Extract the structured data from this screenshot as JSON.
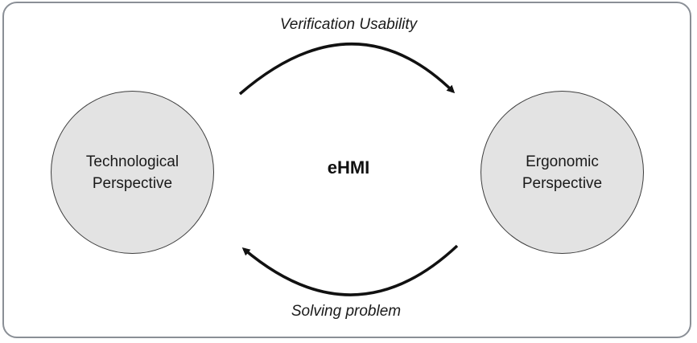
{
  "diagram": {
    "center_label": "eHMI",
    "left_node": "Technological\nPerspective",
    "right_node": "Ergonomic\nPerspective",
    "top_arrow_label": "Verification Usability",
    "bottom_arrow_label": "Solving problem"
  },
  "colors": {
    "node_fill": "#e3e3e3",
    "frame_border": "#8a8f96",
    "arrow": "#111111"
  }
}
